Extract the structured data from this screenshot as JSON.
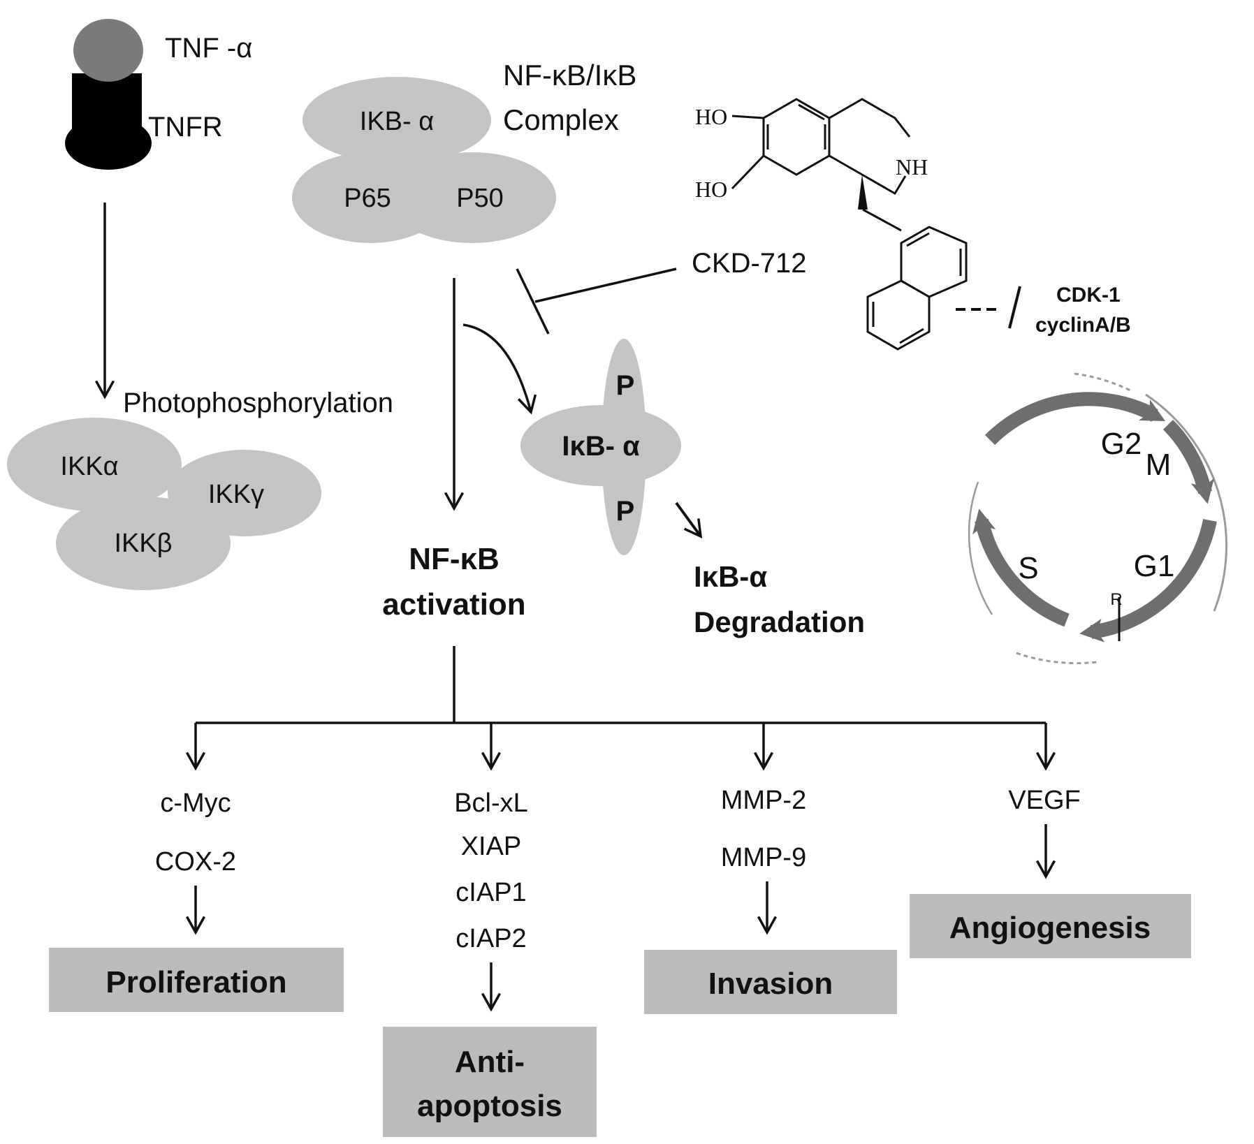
{
  "receptor": {
    "ligand": "TNF -α",
    "receptor": "TNFR"
  },
  "complex": {
    "title_line1": "NF-κB/IκB",
    "title_line2": "Complex",
    "ikb": "IKB- α",
    "p65": "P65",
    "p50": "P50"
  },
  "ikk": {
    "process": "Photophosphorylation",
    "alpha": "IKKα",
    "gamma": "IKKγ",
    "beta": "IKKβ"
  },
  "inhibitor": {
    "name": "CKD-712",
    "mol_ho1": "HO",
    "mol_ho2": "HO",
    "mol_nh": "NH",
    "target_line1": "CDK-1",
    "target_line2": "cyclinA/B"
  },
  "phospho": {
    "p_top": "P",
    "p_bottom": "P",
    "ikb": "IκB- α",
    "degradation_line1": "IκB-α",
    "degradation_line2": "Degradation"
  },
  "activation": {
    "line1": "NF-κB",
    "line2": "activation"
  },
  "cell_cycle": {
    "g2": "G2",
    "m": "M",
    "g1": "G1",
    "s": "S",
    "r": "R"
  },
  "outcomes": [
    {
      "genes": [
        "c-Myc",
        "COX-2"
      ],
      "result": [
        "Proliferation"
      ]
    },
    {
      "genes": [
        "Bcl-xL",
        "XIAP",
        "cIAP1",
        "cIAP2"
      ],
      "result": [
        "Anti-",
        "apoptosis"
      ]
    },
    {
      "genes": [
        "MMP-2",
        "MMP-9"
      ],
      "result": [
        "Invasion"
      ]
    },
    {
      "genes": [
        "VEGF"
      ],
      "result": [
        "Angiogenesis"
      ]
    }
  ]
}
